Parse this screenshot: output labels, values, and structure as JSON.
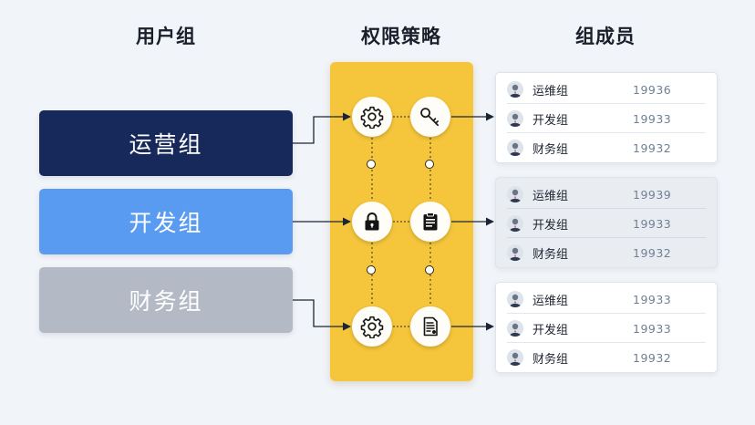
{
  "headers": {
    "groups": "用户组",
    "policies": "权限策略",
    "members": "组成员"
  },
  "groups": [
    {
      "label": "运营组",
      "color": "#16295a"
    },
    {
      "label": "开发组",
      "color": "#5a9bf2"
    },
    {
      "label": "财务组",
      "color": "#b4bac5"
    }
  ],
  "policies": [
    {
      "left_icon": "gear-icon",
      "right_icon": "key-icon"
    },
    {
      "left_icon": "lock-icon",
      "right_icon": "clipboard-icon"
    },
    {
      "left_icon": "gear-icon",
      "right_icon": "document-icon"
    }
  ],
  "member_cards": [
    {
      "rows": [
        {
          "name": "运维组",
          "id": "19936"
        },
        {
          "name": "开发组",
          "id": "19933"
        },
        {
          "name": "财务组",
          "id": "19932"
        }
      ]
    },
    {
      "rows": [
        {
          "name": "运维组",
          "id": "19939"
        },
        {
          "name": "开发组",
          "id": "19933"
        },
        {
          "name": "财务组",
          "id": "19932"
        }
      ]
    },
    {
      "rows": [
        {
          "name": "运维组",
          "id": "19933"
        },
        {
          "name": "开发组",
          "id": "19933"
        },
        {
          "name": "财务组",
          "id": "19932"
        }
      ]
    }
  ],
  "colors": {
    "policy_panel": "#f5c63b",
    "connector": "#1c2535"
  }
}
